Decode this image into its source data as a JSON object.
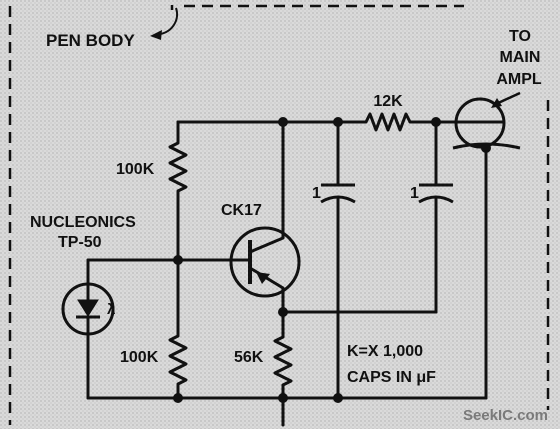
{
  "labels": {
    "pen_body": "PEN BODY",
    "to": "TO",
    "main": "MAIN",
    "ampl": "AMPL",
    "r_12k": "12K",
    "r_100k_top": "100K",
    "r_100k_bottom": "100K",
    "r_56k": "56K",
    "c1_left": "1",
    "c1_right": "1",
    "transistor": "CK17",
    "nucleonics": "NUCLEONICS",
    "tp50": "TP-50",
    "lambda": "λ",
    "note_line1": "K=X 1,000",
    "note_line2": "CAPS IN μF",
    "watermark": "SeekIC.com"
  },
  "colors": {
    "ink": "#111111",
    "paper": "#d9d9d9",
    "watermark": "#7a7a7a"
  }
}
